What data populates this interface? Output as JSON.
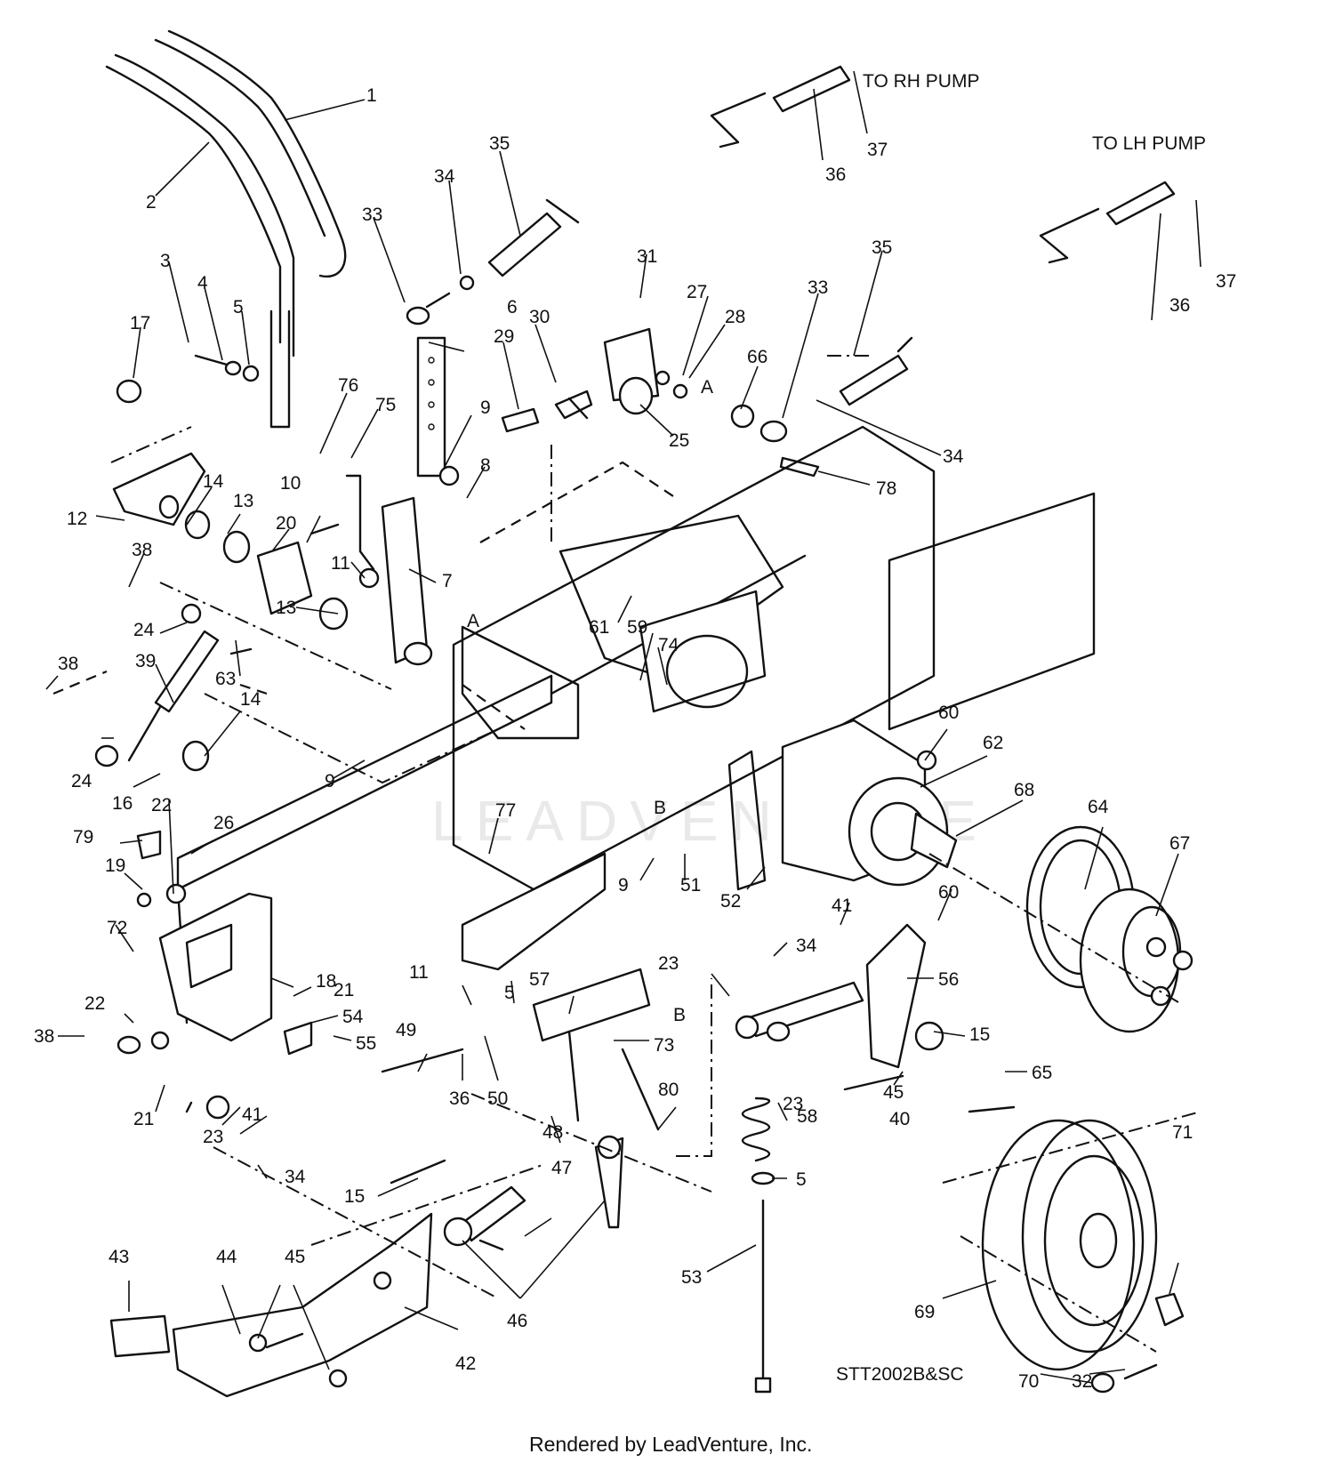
{
  "diagram_id": "STT2002B&SC",
  "footer": "Rendered by LeadVenture, Inc.",
  "watermark": "LEADVENTURE",
  "captions": {
    "to_rh_pump": "TO RH PUMP",
    "to_lh_pump": "TO LH PUMP"
  },
  "reference_letters": [
    "A",
    "A",
    "B",
    "B"
  ],
  "callouts": [
    "1",
    "2",
    "3",
    "4",
    "5",
    "17",
    "33",
    "34",
    "35",
    "31",
    "27",
    "30",
    "28",
    "6",
    "29",
    "66",
    "33",
    "35",
    "34",
    "25",
    "9",
    "76",
    "75",
    "14",
    "13",
    "12",
    "20",
    "10",
    "8",
    "78",
    "38",
    "11",
    "7",
    "13",
    "24",
    "39",
    "63",
    "38",
    "14",
    "24",
    "9",
    "61",
    "59",
    "74",
    "60",
    "62",
    "68",
    "16",
    "77",
    "22",
    "26",
    "79",
    "19",
    "72",
    "18",
    "9",
    "51",
    "52",
    "64",
    "67",
    "60",
    "41",
    "34",
    "57",
    "5",
    "23",
    "56",
    "11",
    "22",
    "38",
    "21",
    "54",
    "55",
    "49",
    "36",
    "50",
    "73",
    "15",
    "65",
    "45",
    "23",
    "21",
    "23",
    "41",
    "80",
    "48",
    "58",
    "40",
    "47",
    "34",
    "15",
    "5",
    "71",
    "43",
    "44",
    "45",
    "42",
    "46",
    "53",
    "69",
    "70",
    "32",
    "36",
    "37",
    "36",
    "37"
  ]
}
